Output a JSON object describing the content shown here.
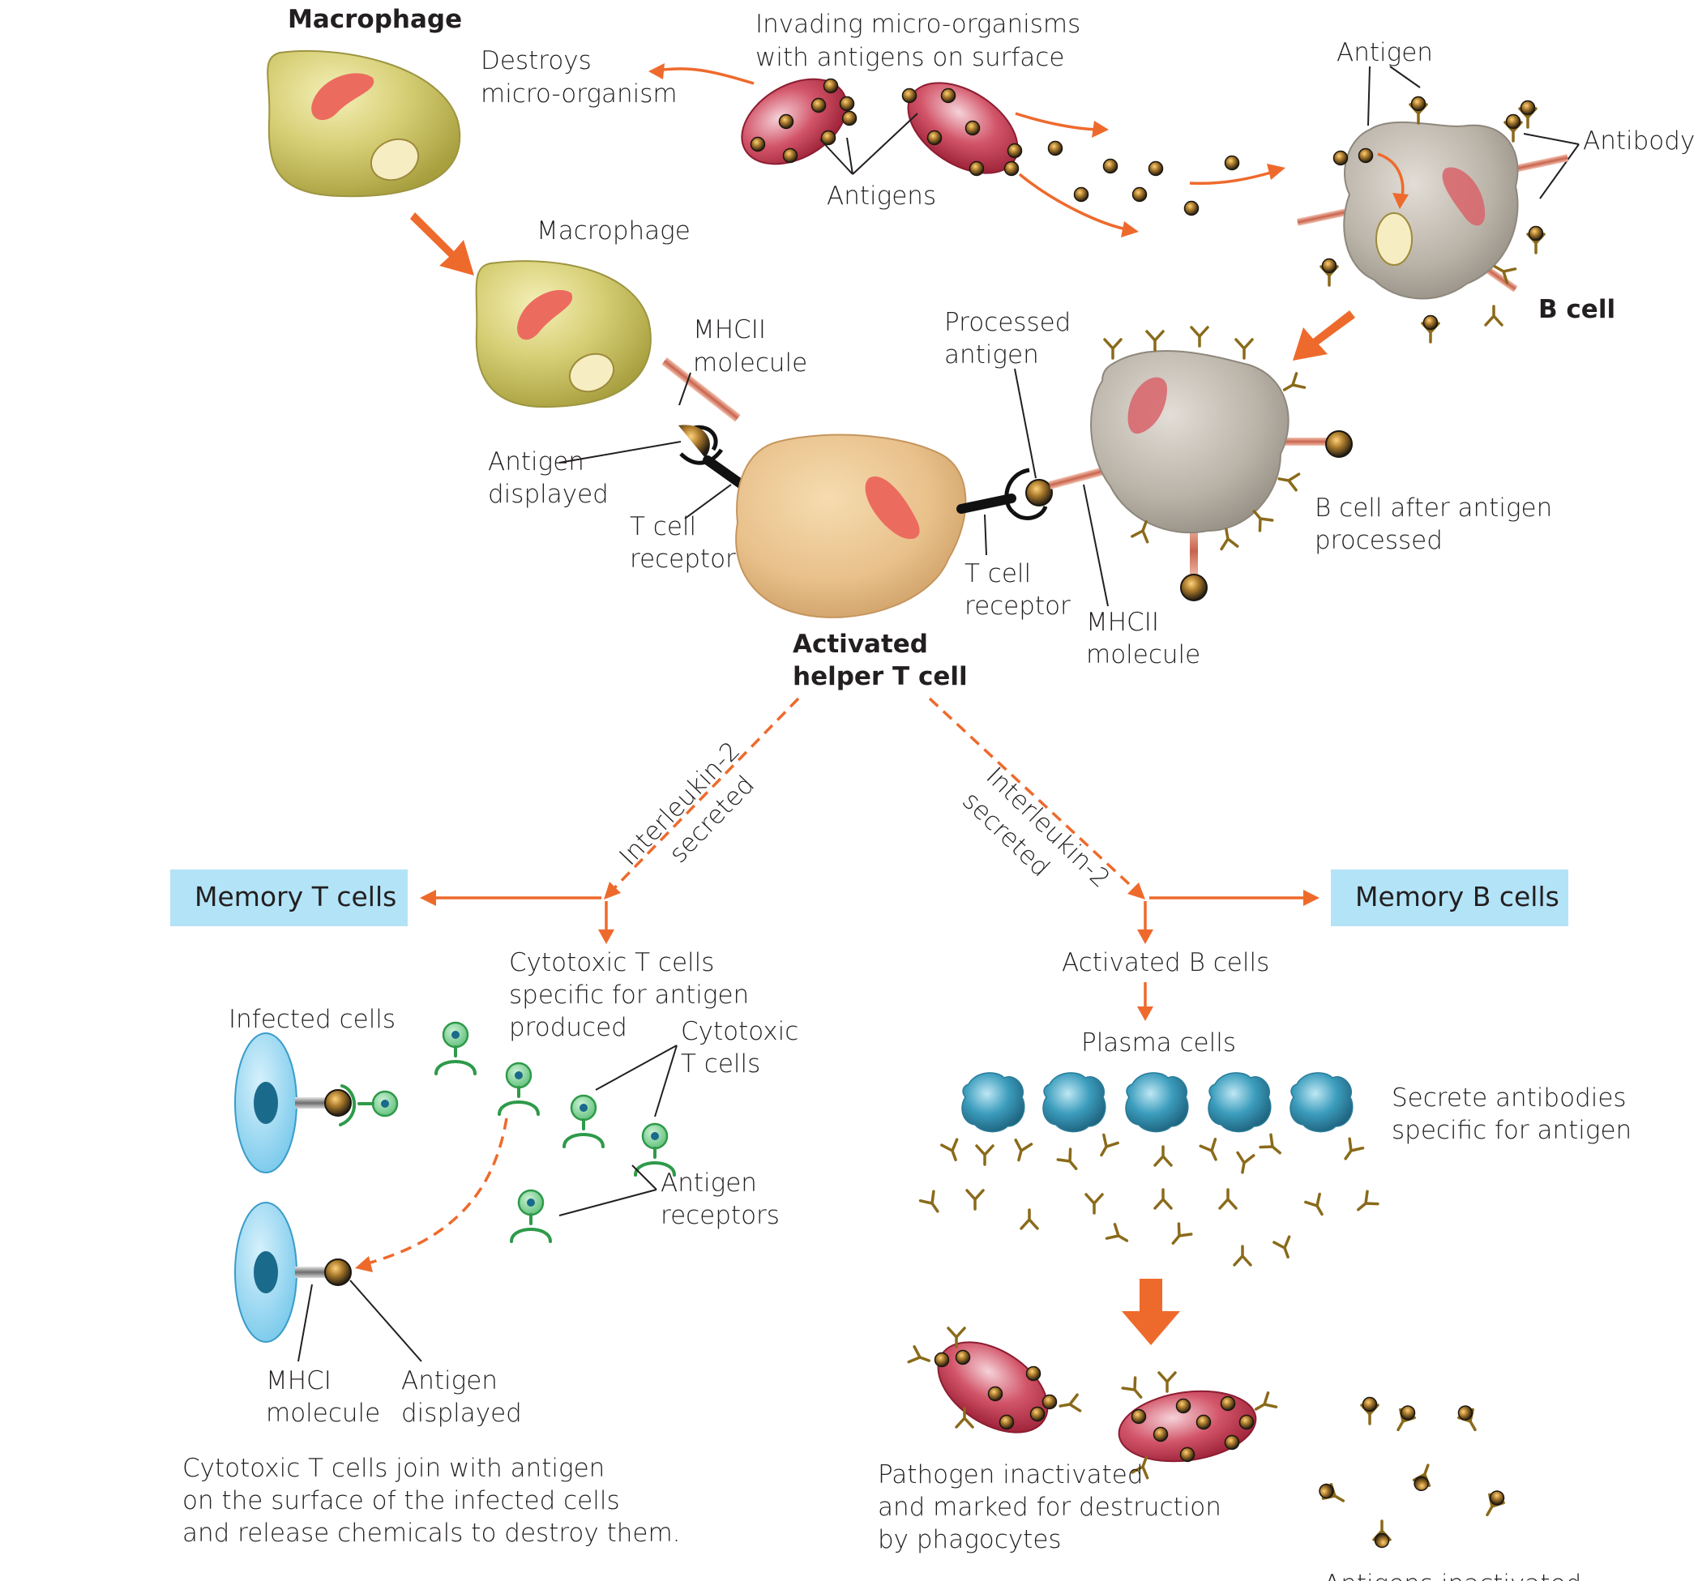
{
  "labels": {
    "macrophage_top": "Macrophage",
    "destroys_1": "Destroys",
    "destroys_2": "micro-organism",
    "invading_1": "Invading micro-organisms",
    "invading_2": "with antigens on surface",
    "antigens": "Antigens",
    "antigen": "Antigen",
    "antibody": "Antibody",
    "b_cell": "B cell",
    "macrophage_mid": "Macrophage",
    "mhcii_1_a": "MHCII",
    "mhcii_1_b": "molecule",
    "processed_1": "Processed",
    "processed_2": "antigen",
    "antigen_displayed_1": "Antigen",
    "antigen_displayed_2": "displayed",
    "tcell_receptor_1_a": "T cell",
    "tcell_receptor_1_b": "receptor",
    "tcell_receptor_2_a": "T cell",
    "tcell_receptor_2_b": "receptor",
    "mhcii_2_a": "MHCII",
    "mhcii_2_b": "molecule",
    "bcell_after_1": "B cell after antigen",
    "bcell_after_2": "processed",
    "activated_helper_1": "Activated",
    "activated_helper_2": "helper T cell",
    "il2_left_1": "Interleukin-2",
    "il2_left_2": "secreted",
    "il2_right_1": "Interleukin-2",
    "il2_right_2": "secreted",
    "memory_t": "Memory T cells",
    "memory_b": "Memory B cells",
    "cytotoxic_1": "Cytotoxic T cells",
    "cytotoxic_2": "specific for antigen",
    "cytotoxic_3": "produced",
    "infected_cells": "Infected cells",
    "cyto_tcells_1": "Cytotoxic",
    "cyto_tcells_2": "T cells",
    "antigen_receptors_1": "Antigen",
    "antigen_receptors_2": "receptors",
    "mhci_1": "MHCI",
    "mhci_2": "molecule",
    "antigen_disp2_1": "Antigen",
    "antigen_disp2_2": "displayed",
    "cyto_join_1": "Cytotoxic T cells join with antigen",
    "cyto_join_2": "on the surface of the infected cells",
    "cyto_join_3": "and release chemicals to destroy them.",
    "activated_b": "Activated B cells",
    "plasma": "Plasma cells",
    "secrete_1": "Secrete antibodies",
    "secrete_2": "specific for antigen",
    "pathogen_1": "Pathogen inactivated",
    "pathogen_2": "and marked for destruction",
    "pathogen_3": "by phagocytes",
    "antigens_inactivated": "Antigens inactivated"
  },
  "colors": {
    "arrow": "#ee6a2c",
    "macrophage": "#c9c265",
    "helper_t": "#e8c08a",
    "b_cell": "#b9b2a8",
    "microbe": "#c8384d",
    "infected_cell": "#8fd3f0",
    "plasma_cell": "#2f8aa8",
    "memory_box": "#b3e3f7",
    "cytotoxic": "#2e9a4a",
    "antibody": "#8a6a1a",
    "nucleus": "#ec6b5f"
  }
}
